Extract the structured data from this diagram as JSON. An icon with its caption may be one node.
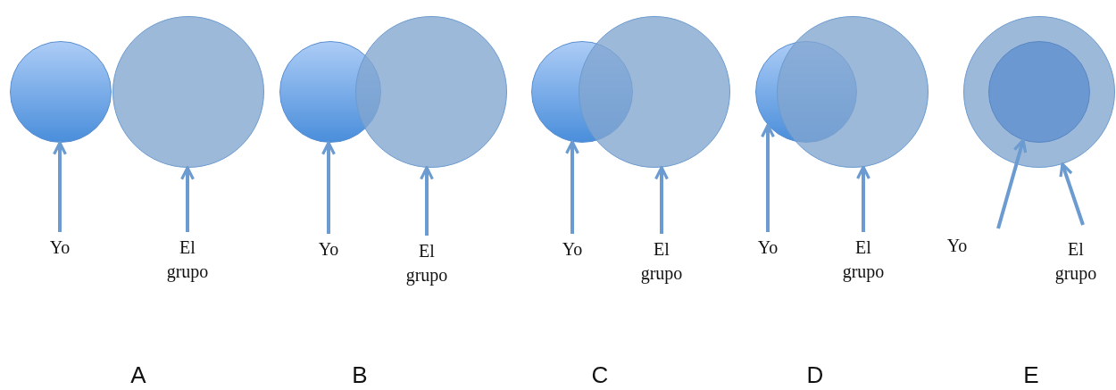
{
  "diagram": {
    "nodes": [
      {
        "text": [],
        "shape": "circle"
      },
      {
        "text": [],
        "shape": "circle"
      },
      {
        "text": [
          "Yo"
        ]
      },
      {
        "text": [
          "El grupo"
        ]
      },
      {
        "text": [],
        "shape": "circle"
      },
      {
        "text": [],
        "shape": "circle"
      },
      {
        "text": [
          "Yo"
        ]
      },
      {
        "text": [
          "El grupo"
        ]
      },
      {
        "text": [],
        "shape": "circle"
      },
      {
        "text": [],
        "shape": "circle"
      },
      {
        "text": [
          "Yo"
        ]
      },
      {
        "text": [
          "El grupo"
        ]
      },
      {
        "text": [],
        "shape": "circle"
      },
      {
        "text": [],
        "shape": "circle"
      },
      {
        "text": [
          "Yo"
        ]
      },
      {
        "text": [
          "El grupo"
        ]
      },
      {
        "text": [],
        "shape": "circle"
      },
      {
        "text": [],
        "shape": "circle",
        "in": 16
      },
      {
        "text": [
          "Yo"
        ]
      },
      {
        "text": [
          "El grupo"
        ]
      }
    ],
    "edges": [
      {
        "from": 2,
        "to": 0,
        "arrow": "to"
      },
      {
        "from": 3,
        "to": 1,
        "arrow": "to"
      },
      {
        "from": 6,
        "to": 4,
        "arrow": "to"
      },
      {
        "from": 7,
        "to": 5,
        "arrow": "to"
      },
      {
        "from": 10,
        "to": 8,
        "arrow": "to"
      },
      {
        "from": 11,
        "to": 9,
        "arrow": "to"
      },
      {
        "from": 14,
        "to": 12,
        "arrow": "to"
      },
      {
        "from": 15,
        "to": 13,
        "arrow": "to"
      },
      {
        "from": 18,
        "to": 17,
        "arrow": "to"
      },
      {
        "from": 19,
        "to": 16,
        "arrow": "to"
      }
    ],
    "labels": [
      "A",
      "B",
      "C",
      "D",
      "E"
    ]
  }
}
